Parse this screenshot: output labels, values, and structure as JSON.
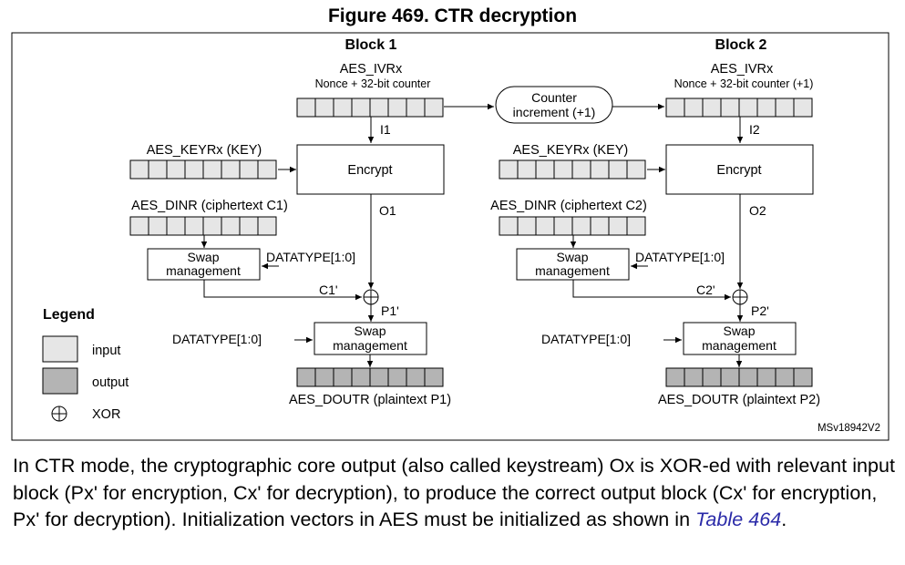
{
  "figure": {
    "title": "Figure 469. CTR decryption",
    "ref_id": "MSv18942V2"
  },
  "counter": {
    "line1": "Counter",
    "line2": "increment (+1)"
  },
  "blocks": [
    {
      "heading": "Block 1",
      "ivr_label": "AES_IVRx",
      "ivr_sub": "Nonce + 32-bit counter",
      "iv_signal": "I1",
      "key_label": "AES_KEYRx (KEY)",
      "encrypt_label": "Encrypt",
      "out_signal": "O1",
      "dinr_label": "AES_DINR (ciphertext C1)",
      "swap_line1": "Swap",
      "swap_line2": "management",
      "datatype_label": "DATATYPE[1:0]",
      "cipher_signal": "C1'",
      "plain_signal": "P1'",
      "doutr_label": "AES_DOUTR (plaintext P1)"
    },
    {
      "heading": "Block 2",
      "ivr_label": "AES_IVRx",
      "ivr_sub": "Nonce + 32-bit counter (+1)",
      "iv_signal": "I2",
      "key_label": "AES_KEYRx (KEY)",
      "encrypt_label": "Encrypt",
      "out_signal": "O2",
      "dinr_label": "AES_DINR (ciphertext C2)",
      "swap_line1": "Swap",
      "swap_line2": "management",
      "datatype_label": "DATATYPE[1:0]",
      "cipher_signal": "C2'",
      "plain_signal": "P2'",
      "doutr_label": "AES_DOUTR (plaintext P2)"
    }
  ],
  "legend": {
    "title": "Legend",
    "input": "input",
    "output": "output",
    "xor": "XOR",
    "colors": {
      "input": "#e6e6e6",
      "output": "#b4b4b4"
    }
  },
  "body": {
    "text_before": "In CTR mode, the cryptographic core output (also called keystream) Ox is XOR-ed with relevant input block (Px' for encryption, Cx' for decryption), to produce the correct output block (Cx' for encryption, Px' for decryption). Initialization vectors in AES must be initialized as shown in ",
    "link": "Table 464",
    "text_after": "."
  }
}
